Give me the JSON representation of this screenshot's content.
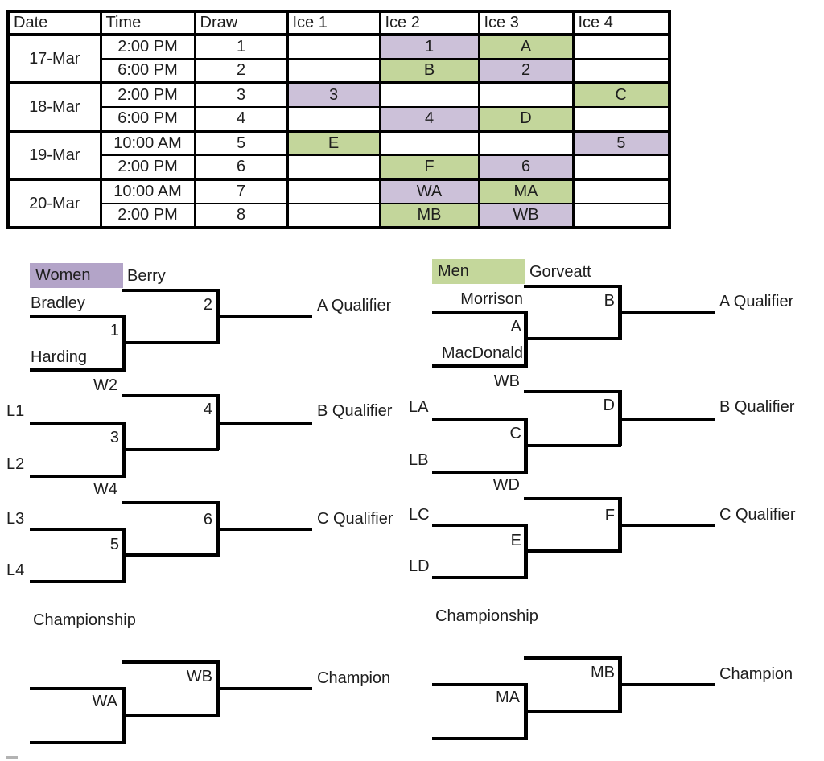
{
  "colors": {
    "women_label": "#B3A4C8",
    "women_cell": "#CCC1D9",
    "men_label": "#C4D79B",
    "men_cell": "#C3D69B",
    "grid_line": "#000000"
  },
  "schedule": {
    "headers": {
      "date": "Date",
      "time": "Time",
      "draw": "Draw",
      "ice1": "Ice 1",
      "ice2": "Ice 2",
      "ice3": "Ice 3",
      "ice4": "Ice 4"
    },
    "dates": {
      "d17": "17-Mar",
      "d18": "18-Mar",
      "d19": "19-Mar",
      "d20": "20-Mar"
    },
    "rows": [
      {
        "time": "2:00 PM",
        "draw": "1",
        "ice1": "",
        "ice2": "1",
        "ice3": "A",
        "ice4": ""
      },
      {
        "time": "6:00 PM",
        "draw": "2",
        "ice1": "",
        "ice2": "B",
        "ice3": "2",
        "ice4": ""
      },
      {
        "time": "2:00 PM",
        "draw": "3",
        "ice1": "3",
        "ice2": "",
        "ice3": "",
        "ice4": "C"
      },
      {
        "time": "6:00 PM",
        "draw": "4",
        "ice1": "",
        "ice2": "4",
        "ice3": "D",
        "ice4": ""
      },
      {
        "time": "10:00 AM",
        "draw": "5",
        "ice1": "E",
        "ice2": "",
        "ice3": "",
        "ice4": "5"
      },
      {
        "time": "2:00 PM",
        "draw": "6",
        "ice1": "",
        "ice2": "F",
        "ice3": "6",
        "ice4": ""
      },
      {
        "time": "10:00 AM",
        "draw": "7",
        "ice1": "",
        "ice2": "WA",
        "ice3": "MA",
        "ice4": ""
      },
      {
        "time": "2:00 PM",
        "draw": "8",
        "ice1": "",
        "ice2": "MB",
        "ice3": "WB",
        "ice4": ""
      }
    ]
  },
  "women": {
    "label": "Women",
    "seed1": "Berry",
    "seed2": "Bradley",
    "seed3": "Harding",
    "game1": "1",
    "game2": "2",
    "a_qualifier": "A Qualifier",
    "w2": "W2",
    "l1": "L1",
    "l2": "L2",
    "game3": "3",
    "game4": "4",
    "b_qualifier": "B Qualifier",
    "w4": "W4",
    "l3": "L3",
    "l4": "L4",
    "game5": "5",
    "game6": "6",
    "c_qualifier": "C Qualifier",
    "championship": "Championship",
    "semi": "WA",
    "final": "WB",
    "champion": "Champion"
  },
  "men": {
    "label": "Men",
    "seed1": "Gorveatt",
    "seed2": "Morrison",
    "seed3": "MacDonald",
    "game1": "A",
    "game2": "B",
    "a_qualifier": "A Qualifier",
    "w2": "WB",
    "l1": "LA",
    "l2": "LB",
    "game3": "C",
    "game4": "D",
    "b_qualifier": "B Qualifier",
    "w4": "WD",
    "l3": "LC",
    "l4": "LD",
    "game5": "E",
    "game6": "F",
    "c_qualifier": "C Qualifier",
    "championship": "Championship",
    "semi": "MA",
    "final": "MB",
    "champion": "Champion"
  }
}
